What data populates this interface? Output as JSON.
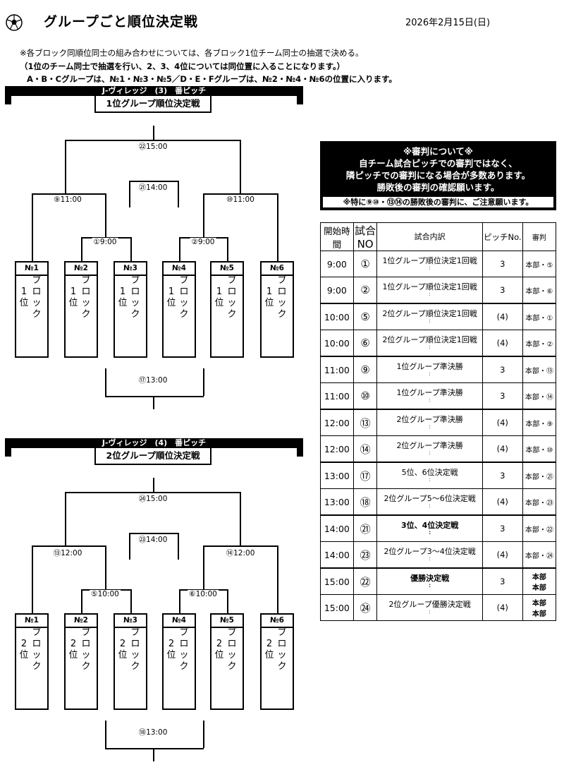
{
  "header": {
    "title": "グループごと順位決定戦",
    "date": "2026年2月15日(日)"
  },
  "notes": [
    "※各ブロック同順位同士の組み合わせについては、各ブロック1位チーム同士の抽選で決める。",
    "（1位のチーム同士で抽選を行い、2、3、4位については同位置に入ることになります。）",
    "A・B・Cグループは、№1・№3・№5／D・E・Fグループは、№2・№4・№6の位置に入ります。"
  ],
  "bracket1": {
    "banner": "J-ヴィレッジ　(3)　番ピッチ",
    "title": "1位グループ順位決定戦",
    "final_time": "㉒15:00",
    "third_time": "㉑14:00",
    "semi_left_time": "⑨11:00",
    "semi_right_time": "⑩11:00",
    "qf_left_time": "①9:00",
    "qf_right_time": "②9:00",
    "place56_time": "⑰13:00",
    "teams": [
      {
        "no": "№1",
        "c1": "1位",
        "c2": "ブロック"
      },
      {
        "no": "№2",
        "c1": "1位",
        "c2": "ブロック"
      },
      {
        "no": "№3",
        "c1": "1位",
        "c2": "ブロック"
      },
      {
        "no": "№4",
        "c1": "1位",
        "c2": "ブロック"
      },
      {
        "no": "№5",
        "c1": "1位",
        "c2": "ブロック"
      },
      {
        "no": "№6",
        "c1": "1位",
        "c2": "ブロック"
      }
    ]
  },
  "bracket2": {
    "banner": "J-ヴィレッジ　(4)　番ピッチ",
    "title": "2位グループ順位決定戦",
    "final_time": "㉔15:00",
    "third_time": "㉓14:00",
    "semi_left_time": "⑬12:00",
    "semi_right_time": "⑭12:00",
    "qf_left_time": "⑤10:00",
    "qf_right_time": "⑥10:00",
    "place56_time": "⑱13:00",
    "teams": [
      {
        "no": "№1",
        "c1": "2位",
        "c2": "ブロック"
      },
      {
        "no": "№2",
        "c1": "2位",
        "c2": "ブロック"
      },
      {
        "no": "№3",
        "c1": "2位",
        "c2": "ブロック"
      },
      {
        "no": "№4",
        "c1": "2位",
        "c2": "ブロック"
      },
      {
        "no": "№5",
        "c1": "2位",
        "c2": "ブロック"
      },
      {
        "no": "№6",
        "c1": "2位",
        "c2": "ブロック"
      }
    ]
  },
  "referee_notice": {
    "lines": [
      "※審判について※",
      "自チーム試合ピッチでの審判ではなく、",
      "隣ピッチでの審判になる場合が多数あります。",
      "勝敗後の審判の確認願います。"
    ],
    "sub": "※特に⑨⑩・⑬⑭の勝敗後の審判に、ご注意願います。"
  },
  "schedule": {
    "headers": {
      "time": "開始時間",
      "no": "試合NO",
      "content": "試合内訳",
      "pitch": "ピッチNo.",
      "ref": "審判"
    },
    "rows": [
      {
        "time": "9:00",
        "no": "①",
        "content": "1位グループ順位決定1回戦",
        "dot": ":",
        "pitch": "3",
        "ref": "本部・⑤",
        "bold": false
      },
      {
        "time": "9:00",
        "no": "②",
        "content": "1位グループ順位決定1回戦",
        "dot": ":",
        "pitch": "3",
        "ref": "本部・⑥",
        "bold": false
      },
      {
        "time": "10:00",
        "no": "⑤",
        "content": "2位グループ順位決定1回戦",
        "dot": ":",
        "pitch": "(4)",
        "ref": "本部・①",
        "bold": false
      },
      {
        "time": "10:00",
        "no": "⑥",
        "content": "2位グループ順位決定1回戦",
        "dot": ":",
        "pitch": "(4)",
        "ref": "本部・②",
        "bold": false
      },
      {
        "time": "11:00",
        "no": "⑨",
        "content": "1位グループ準決勝",
        "dot": ":",
        "pitch": "3",
        "ref": "本部・⑬",
        "bold": false
      },
      {
        "time": "11:00",
        "no": "⑩",
        "content": "1位グループ準決勝",
        "dot": ":",
        "pitch": "3",
        "ref": "本部・⑭",
        "bold": false
      },
      {
        "time": "12:00",
        "no": "⑬",
        "content": "2位グループ準決勝",
        "dot": ":",
        "pitch": "(4)",
        "ref": "本部・⑨",
        "bold": false
      },
      {
        "time": "12:00",
        "no": "⑭",
        "content": "2位グループ準決勝",
        "dot": ":",
        "pitch": "(4)",
        "ref": "本部・⑩",
        "bold": false
      },
      {
        "time": "13:00",
        "no": "⑰",
        "content": "5位、6位決定戦",
        "dot": ":",
        "pitch": "3",
        "ref": "本部・㉑",
        "bold": false
      },
      {
        "time": "13:00",
        "no": "⑱",
        "content": "2位グループ5～6位決定戦",
        "dot": ":",
        "pitch": "(4)",
        "ref": "本部・㉓",
        "bold": false
      },
      {
        "time": "14:00",
        "no": "㉑",
        "content": "3位、4位決定戦",
        "dot": ":",
        "pitch": "3",
        "ref": "本部・㉒",
        "bold": true
      },
      {
        "time": "14:00",
        "no": "㉓",
        "content": "2位グループ3～4位決定戦",
        "dot": ":",
        "pitch": "(4)",
        "ref": "本部・㉔",
        "bold": false
      },
      {
        "time": "15:00",
        "no": "㉒",
        "content": "優勝決定戦",
        "dot": ":",
        "pitch": "3",
        "ref": "本部\n本部",
        "bold": true
      },
      {
        "time": "15:00",
        "no": "㉔",
        "content": "2位グループ優勝決定戦",
        "dot": ":",
        "pitch": "(4)",
        "ref": "本部\n本部",
        "bold": false
      }
    ]
  }
}
